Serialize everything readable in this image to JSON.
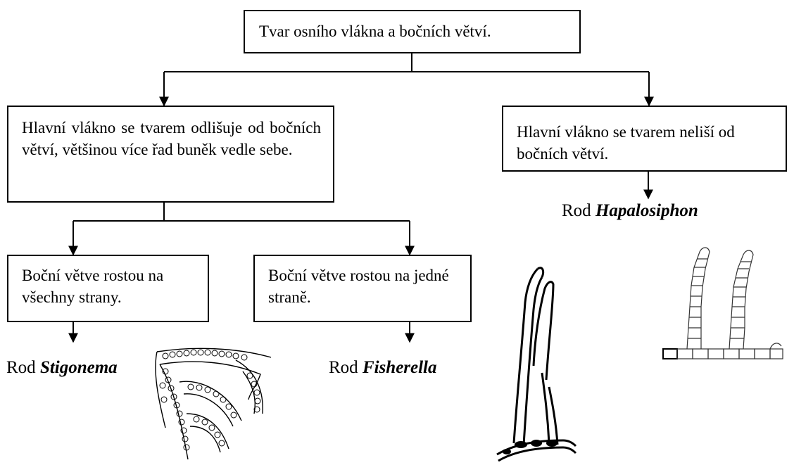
{
  "root": {
    "text": "Tvar osního vlákna a bočních větví."
  },
  "left_branch": {
    "text": "Hlavní vlákno se tvarem odlišuje od bočních větví, většinou více řad buněk vedle sebe."
  },
  "right_branch": {
    "text": "Hlavní vlákno se tvarem neliší od bočních větví."
  },
  "leaf_all_sides": {
    "text": "Boční větve rostou na všechny strany."
  },
  "leaf_one_side": {
    "text": "Boční větve rostou na jedné straně."
  },
  "genera": {
    "prefix": "Rod",
    "stigonema": "Stigonema",
    "fisherella": "Fisherella",
    "hapalosiphon": "Hapalosiphon"
  }
}
